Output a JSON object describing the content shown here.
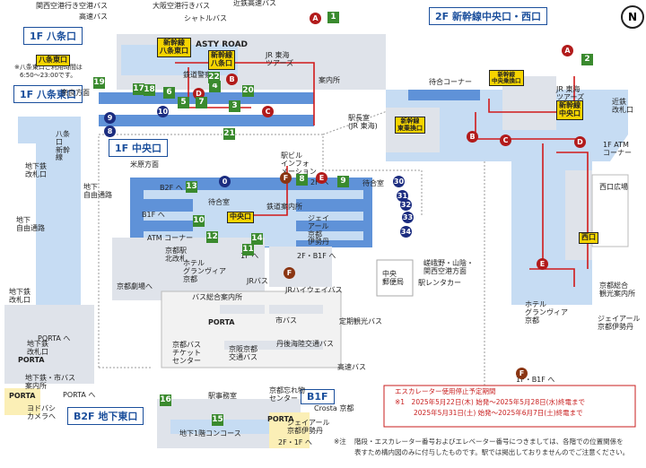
{
  "compass": "N",
  "sections": {
    "hachijo_1f": "1F 八条口",
    "shinkansen_2f": "2F 新幹線中央口・西口",
    "hachijo_east": "1F 八条東口",
    "chuo_1f": "1F 中央口",
    "b2f_east": "B2F 地下東口",
    "b1f": "B1F"
  },
  "top_labels": {
    "airport_bus": "関西空港行き空港バス",
    "express_bus": "高速バス",
    "osaka_airport_bus": "大阪空港行きバス",
    "kintetsu_express": "近鉄高速バス",
    "shuttle_bus": "シャトルバス",
    "asty_road": "ASTY ROAD"
  },
  "hours": {
    "line1": "※八条東口ご利用時間は",
    "line2": "6:50～23:00です。"
  },
  "gates": {
    "hachijo_east": "八条東口",
    "shinkansen_hachijo": "新幹線\n八条東口",
    "shinkansen_hachijo2": "新幹線\n八条口",
    "shinkansen_chuo_west": "新幹線\n中央乗換口",
    "shinkansen_chuo": "新幹線\n中央口",
    "shinkansen_east_transfer": "新幹線\n東乗換口",
    "chuo": "中央口",
    "west": "西口",
    "hachijo_1f": "1F 八条口"
  },
  "places": {
    "tetsudo_keisatsu": "鉄道警察",
    "jr_tokai_tours": "JR 東海\nツアーズ",
    "jr_tokai_tours2": "JR 東海\nツアーズ",
    "annaijo": "案内所",
    "machiai": "待合コーナー",
    "machiai2": "待合室",
    "machiai_chuo": "待合室",
    "station_master": "駅長室\n(JR 東海)",
    "nara": "奈良方面",
    "maibara": "米原方面",
    "station_bldg": "駅ビル\nインフォ\nメーション",
    "tetsudo_annai": "鉄道案内所",
    "atm_corner": "ATM コーナー",
    "atm_1f": "1F ATM\nコーナー",
    "west_plaza": "西口広場",
    "jr_isetan": "ジェイ\nアール\n京都\n伊勢丹",
    "jr_isetan2": "ジェイアール\n京都伊勢丹",
    "jr_isetan3": "ジェイアール\n京都伊勢丹",
    "kita_kaisatsu": "京都駅\n北改札",
    "hotel_granvia": "ホテル\nグランヴィア\n京都",
    "hotel_granvia2": "ホテル\nグランヴィア\n京都",
    "kyoto_gekijo": "京都劇場へ",
    "bus_info": "バス総合案内所",
    "porta": "PORTA",
    "porta2": "PORTA",
    "porta3": "PORTA",
    "porta4": "PORTA",
    "porta5": "PORTA",
    "city_bus_ticket": "京都バス\nチケット\nセンター",
    "keihan_bus": "京阪京都\n交通バス",
    "jr_bus": "JRバス",
    "highway_bus": "JRハイウェイバス",
    "city_bus": "市バス",
    "tango_bus": "丹後海陸交通バス",
    "highway_bus2": "高速バス",
    "teiki_kanko": "定期観光バス",
    "post_office": "中央\n郵便局",
    "rent_a_car": "駅レンタカー",
    "kintetsu_yamashina": "嵯峨野・山陰・\n関西空港方面",
    "kyoto_station_post": "京都総合\n観光案内所",
    "kintetsu_kaisatsu": "近鉄\n改札口",
    "station_office": "駅事務室",
    "crosta": "Crosta 京都",
    "wasuremono": "京都忘れ物\nセンター",
    "chika_concourse": "地下1階コンコース",
    "yodobashi": "ヨドバシ\nカメラへ",
    "chika_tetsu": "地下鉄\n改札口",
    "chika_tetsu2": "地下鉄\n改札口",
    "chika_tetsu_bus": "地下鉄・市バス\n案内所",
    "chika_jiyu": "地下\n自由通路",
    "chika_jiyu2": "地下\n自由通路",
    "porta_he": "PORTA へ",
    "porta_he2": "PORTA へ",
    "hachijo_shinkansen": "八条\n口\n新幹\n線",
    "hachijo_kaisatsu": "新幹線\n東乗換口",
    "chika_tetsu3": "地下鉄\n改札口",
    "b2f_he": "B2F へ",
    "f1_he": "1F へ",
    "f2_he": "2F へ",
    "f2_b1f_he": "2F・B1F へ",
    "f2f_1f_he": "2F・1F へ",
    "f1_b1f_he": "1F・B1F へ",
    "b1f_he": "B1F へ"
  },
  "tracks": [
    "0",
    "8",
    "9",
    "10",
    "30",
    "31",
    "32",
    "33",
    "34"
  ],
  "platform_nums": [
    "1",
    "2",
    "3",
    "4",
    "5",
    "6",
    "7",
    "8",
    "9",
    "10",
    "11",
    "12",
    "13",
    "14",
    "15",
    "16",
    "17",
    "18",
    "19",
    "20",
    "21",
    "22"
  ],
  "notice": {
    "title": "エスカレーター使用停止予定期間",
    "line1": "※1　2025年5月22日(木) 始発～2025年5月28日(水)終電まで",
    "line2": "2025年5月31日(土) 始発～2025年6月7日(土)終電まで"
  },
  "footnote": {
    "mark": "※注",
    "line1": "階段・エスカレーター番号およびエレベーター番号につきましては、各階での位置関係を",
    "line2": "表すため構内図のみに付与したものです。駅では掲出しておりませんのでご注意ください。"
  },
  "colors": {
    "platform": "#5f92d8",
    "concourse": "#c6dcf3",
    "accent": "#1b4f9c",
    "gate_yellow": "#f6d400",
    "route_red": "#d11a1a",
    "green": "#3a8a2e"
  }
}
